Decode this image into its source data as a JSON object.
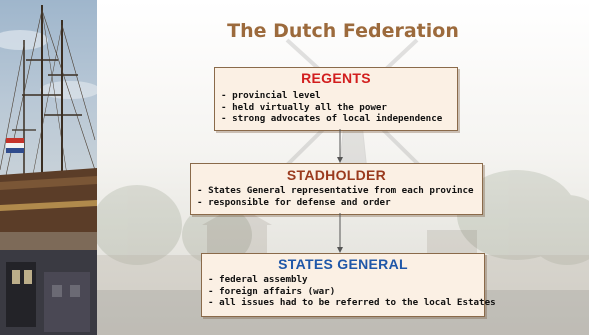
{
  "title": "The Dutch Federation",
  "nodes": [
    {
      "heading": "REGENTS",
      "items": [
        "- provincial level",
        "- held virtually all the power",
        "- strong advocates of local independence"
      ]
    },
    {
      "heading": "STADHOLDER",
      "items": [
        "- States General representative from each province",
        "- responsible for defense and order"
      ]
    },
    {
      "heading": "STATES GENERAL",
      "items": [
        "- federal assembly",
        "- foreign affairs (war)",
        "- all issues had to be referred to the local Estates"
      ]
    }
  ],
  "colors": {
    "title": "#9c6a3c",
    "regents_heading": "#d21e1e",
    "stadholder_heading": "#9a3a1e",
    "states_general_heading": "#1f57a8",
    "box_fill": "#fbf0e4",
    "box_border": "#8a6a4a"
  }
}
